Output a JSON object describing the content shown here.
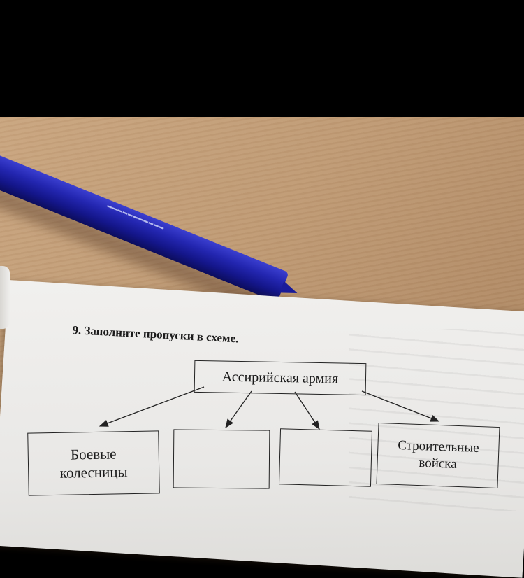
{
  "task": {
    "title": "9. Заполните пропуски в схеме."
  },
  "diagram": {
    "root": "Ассирийская армия",
    "children": [
      {
        "label": "Боевые\nколесницы"
      },
      {
        "label": ""
      },
      {
        "label": ""
      },
      {
        "label": "Строительные\nвойска"
      }
    ]
  },
  "colors": {
    "pen": "#2326b0",
    "paper": "#efeeec",
    "table": "#c09b75",
    "ink": "#1b1b1b"
  },
  "icons": [
    "pen-icon"
  ]
}
